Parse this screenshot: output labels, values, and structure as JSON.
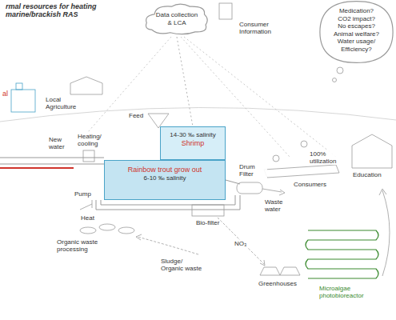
{
  "diagram": {
    "title": "rmal resources for heating marine/brackish RAS",
    "nodes": [
      {
        "text": [
          "Data collection & LCA"
        ]
      },
      {
        "text": [
          "Medication?",
          "CO2 impact?",
          "No escapes?",
          "Animal welfare?",
          "Water usage/ Efficiency?"
        ]
      },
      {
        "text": [
          "14-30 ‰ salinity",
          "Shrimp"
        ]
      },
      {
        "text": [
          "Rainbow trout grow out",
          "6-10 ‰ salinity"
        ]
      }
    ],
    "edges": [
      {
        "from": 0,
        "to": 2,
        "arrow": "none"
      }
    ],
    "labels": [
      "al",
      "Local Agriculture",
      "Feed",
      "New water",
      "Heating/ cooling",
      "Pump",
      "Heat",
      "Organic waste processing",
      "Drum Filter",
      "Bio-filter",
      "Waste water",
      "NO₃",
      "Sludge/ Organic waste",
      "Greenhouses",
      "Microalgae photobioreactor",
      "Consumer Information",
      "100% utilization",
      "Consumers",
      "Education"
    ]
  }
}
